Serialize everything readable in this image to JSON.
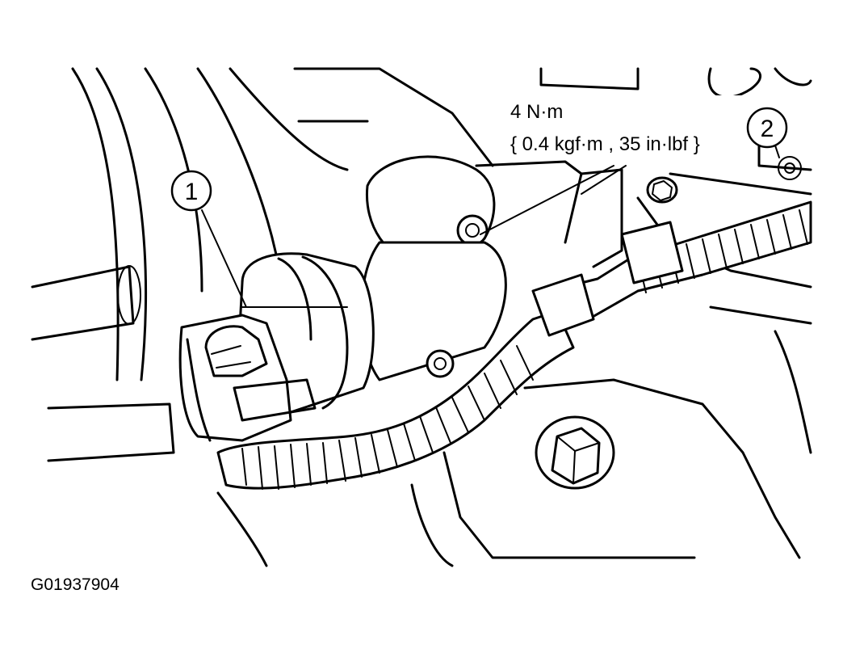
{
  "callouts": [
    {
      "number": "1"
    },
    {
      "number": "2"
    }
  ],
  "torque_spec": {
    "line1": "4 N·m",
    "line2": "{ 0.4 kgf·m , 35 in·lbf }"
  },
  "figure_id": "G01937904",
  "colors": {
    "ink": "#000000",
    "paper": "#ffffff"
  }
}
